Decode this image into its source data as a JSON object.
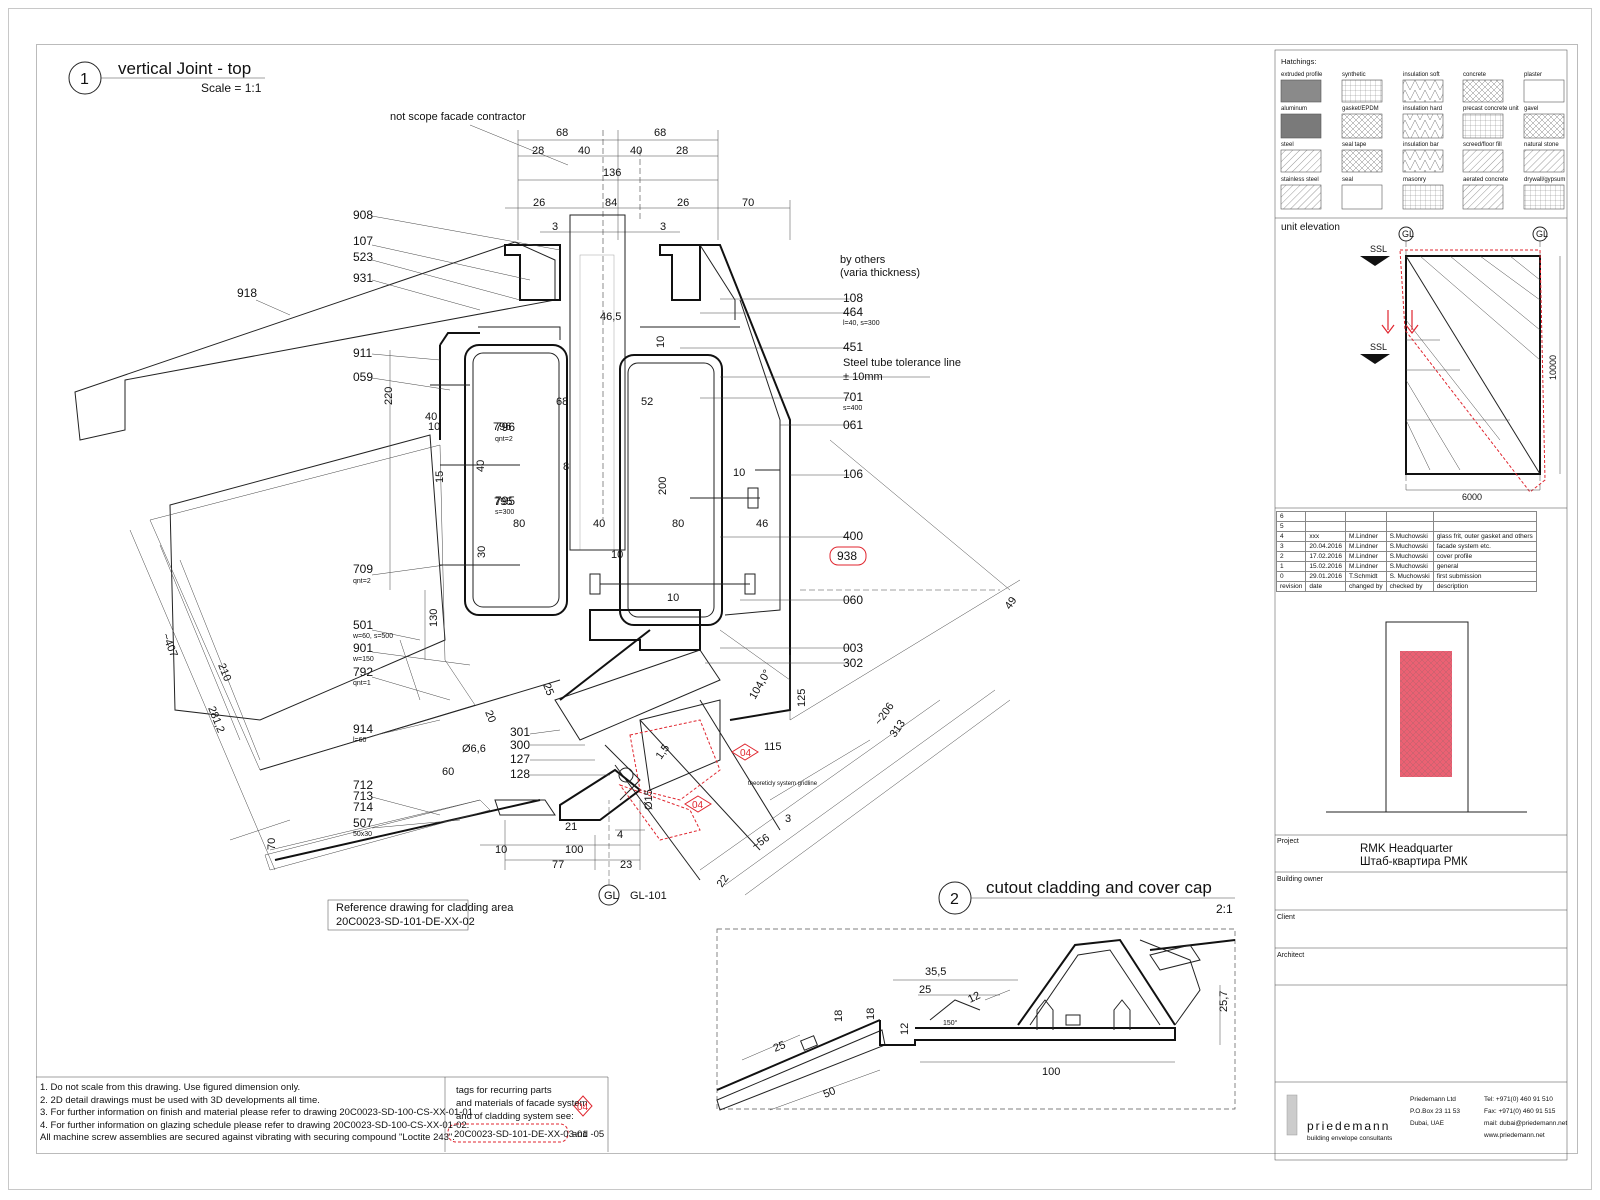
{
  "detail1": {
    "number": "1",
    "title": "vertical Joint - top",
    "scale": "Scale = 1:1",
    "note_not_scope": "not scope facade contractor",
    "note_by_others": "by others",
    "note_by_others2": "(varia thickness)",
    "note_tolerance": "Steel tube tolerance line",
    "note_tolerance2": "± 10mm",
    "note_gridline": "theoreticly system gridline",
    "reference": "Reference drawing for cladding area",
    "reference_code": "20C0023-SD-101-DE-XX-02",
    "gl_label": "GL",
    "gl101_label": "GL-101"
  },
  "dimensions_top": [
    "68",
    "68",
    "28",
    "40",
    "40",
    "28",
    "136",
    "26",
    "84",
    "26",
    "70",
    "3",
    "3",
    "46,5"
  ],
  "dimensions_other": [
    "220",
    "40",
    "10",
    "15",
    "40",
    "68",
    "52",
    "10",
    "796",
    "8",
    "200",
    "10",
    "795",
    "80",
    "40",
    "80",
    "46",
    "30",
    "10",
    "10",
    "130",
    "210",
    "281,2",
    "~407",
    "20",
    "25",
    "Ø6,6",
    "60",
    "21",
    "100",
    "4",
    "77",
    "23",
    "10",
    "Ø15",
    "115",
    "104,0°",
    "125",
    "~206",
    "313",
    "49",
    "3",
    "~56",
    "22",
    "70",
    "1,5"
  ],
  "tags_left": [
    {
      "code": "908"
    },
    {
      "code": "107"
    },
    {
      "code": "523"
    },
    {
      "code": "931"
    },
    {
      "code": "918"
    },
    {
      "code": "911"
    },
    {
      "code": "059"
    },
    {
      "code": "796",
      "sub": "qnt=2"
    },
    {
      "code": "795",
      "sub": "s=300"
    },
    {
      "code": "709",
      "sub": "qnt=2"
    },
    {
      "code": "501",
      "sub": "w=60, s=500"
    },
    {
      "code": "901",
      "sub": "w=150"
    },
    {
      "code": "792",
      "sub": "qnt=1"
    },
    {
      "code": "914",
      "sub": "l=60"
    },
    {
      "code": "712"
    },
    {
      "code": "713"
    },
    {
      "code": "714"
    },
    {
      "code": "507",
      "sub": "50x30"
    },
    {
      "code": "301"
    },
    {
      "code": "300"
    },
    {
      "code": "127"
    },
    {
      "code": "128"
    }
  ],
  "tags_right": [
    {
      "code": "108"
    },
    {
      "code": "464",
      "sub": "l=40, s=300"
    },
    {
      "code": "451"
    },
    {
      "code": "701",
      "sub": "s=400"
    },
    {
      "code": "061"
    },
    {
      "code": "106"
    },
    {
      "code": "400"
    },
    {
      "code": "938"
    },
    {
      "code": "060"
    },
    {
      "code": "003"
    },
    {
      "code": "302"
    }
  ],
  "red_markers": [
    "04",
    "04",
    "04"
  ],
  "detail2": {
    "number": "2",
    "title": "cutout cladding and cover cap",
    "scale": "2:1",
    "dims": [
      "35,5",
      "25",
      "12",
      "150°",
      "12",
      "25",
      "18",
      "18",
      "100",
      "25,7",
      "50"
    ]
  },
  "notes": [
    "1.    Do not scale from this drawing. Use figured dimension only.",
    "2.    2D detail drawings must be used with 3D developments all time.",
    "3.    For further information on finish and material please refer to drawing 20C0023-SD-100-CS-XX-01-01.",
    "4.    For further information on glazing schedule please refer to drawing 20C0023-SD-100-CS-XX-01-02.",
    "All machine screw assemblies are secured against vibrating with securing compound \"Loctite 243\"."
  ],
  "tags_note": {
    "line1": "tags for recurring parts",
    "line2": "and materials of facade system",
    "line3": "and of cladding system see:",
    "code": "20C0023-SD-101-DE-XX-03-01",
    "suffix": "and -05",
    "marker": "04"
  },
  "hatchings": {
    "title": "Hatchings:",
    "items": [
      "extruded profile",
      "synthetic",
      "insulation soft",
      "concrete",
      "plaster",
      "aluminum",
      "gasket/EPDM",
      "insulation hard",
      "precast concrete unit",
      "gavel",
      "steel",
      "seal tape",
      "insulation bar",
      "screed/floor fill",
      "natural stone",
      "stainless steel",
      "seal",
      "masonry",
      "aerated concrete",
      "drywall/gypsum"
    ]
  },
  "unit_elevation": {
    "title": "unit elevation",
    "gl1": "GL",
    "gl2": "GL",
    "ssl1": "SSL",
    "ssl2": "SSL",
    "height": "10000",
    "width": "6000"
  },
  "revisions": {
    "rows": [
      [
        "6",
        "",
        "",
        "",
        ""
      ],
      [
        "5",
        "",
        "",
        "",
        ""
      ],
      [
        "4",
        "xxx",
        "M.Lindner",
        "S.Muchowski",
        "glass frit, outer gasket  and others"
      ],
      [
        "3",
        "20.04.2016",
        "M.Lindner",
        "S.Muchowski",
        "facade system etc."
      ],
      [
        "2",
        "17.02.2016",
        "M.Lindner",
        "S.Muchowski",
        "cover profile"
      ],
      [
        "1",
        "15.02.2016",
        "M.Lindner",
        "S.Muchowski",
        "general"
      ],
      [
        "0",
        "29.01.2016",
        "T.Schmidt",
        "S. Muchowski",
        "first  submission"
      ]
    ],
    "header": [
      "revision",
      "date",
      "changed by",
      "checked by",
      "description"
    ]
  },
  "title_block": {
    "project_label": "Project",
    "project_name": "RMK Headquarter",
    "project_name_ru": "Штаб-квартира РМК",
    "owner_label": "Building owner",
    "client_label": "Client",
    "architect_label": "Architect",
    "company": "priedemann",
    "company_sub": "building envelope consultants",
    "address1": "Priedemann Ltd",
    "address2": "P.O.Box 23 11 53",
    "address3": "Dubai, UAE",
    "tel": "Tel: +971(0) 460 91 510",
    "fax": "Fax: +971(0) 460 91 515",
    "mail": "mail: dubai@priedemann.net",
    "web": "www.priedemann.net"
  },
  "colors": {
    "accent_red": "#e0262f",
    "highlight_fill": "#e8455a",
    "line": "#222222"
  }
}
